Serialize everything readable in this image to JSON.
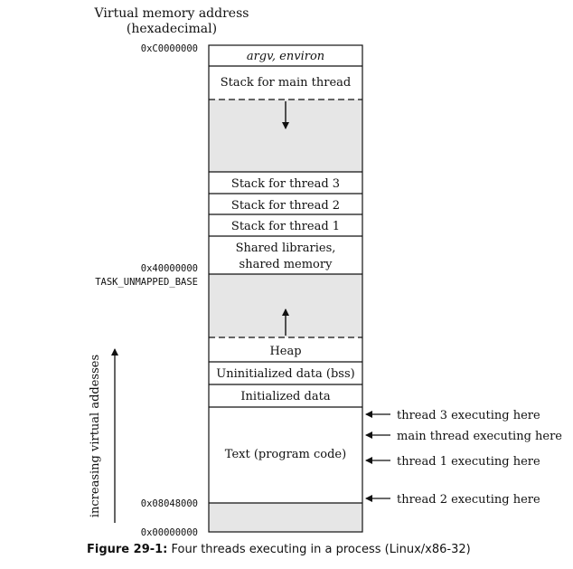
{
  "header": {
    "title_line1": "Virtual memory address",
    "title_line2": "(hexadecimal)"
  },
  "addresses": {
    "top": "0xC0000000",
    "mid": "0x40000000",
    "mid_sub": "TASK_UNMAPPED_BASE",
    "text_start": "0x08048000",
    "zero": "0x00000000"
  },
  "segments": {
    "argv_environ": "argv, environ",
    "main_stack": "Stack for main thread",
    "stack3": "Stack for thread 3",
    "stack2": "Stack for thread 2",
    "stack1": "Stack for thread 1",
    "shared_line1": "Shared libraries,",
    "shared_line2": "shared memory",
    "heap": "Heap",
    "bss": "Uninitialized data (bss)",
    "initialized": "Initialized data",
    "text": "Text (program code)"
  },
  "threads": [
    "thread 3 executing here",
    "main thread executing here",
    "thread 1 executing here",
    "thread 2 executing here"
  ],
  "axis_label": "increasing virtual addesses",
  "caption": {
    "label": "Figure 29-1:",
    "text": " Four threads executing in a process (Linux/x86-32)"
  },
  "colors": {
    "unmapped_fill": "#e6e6e6",
    "line": "#111111"
  }
}
